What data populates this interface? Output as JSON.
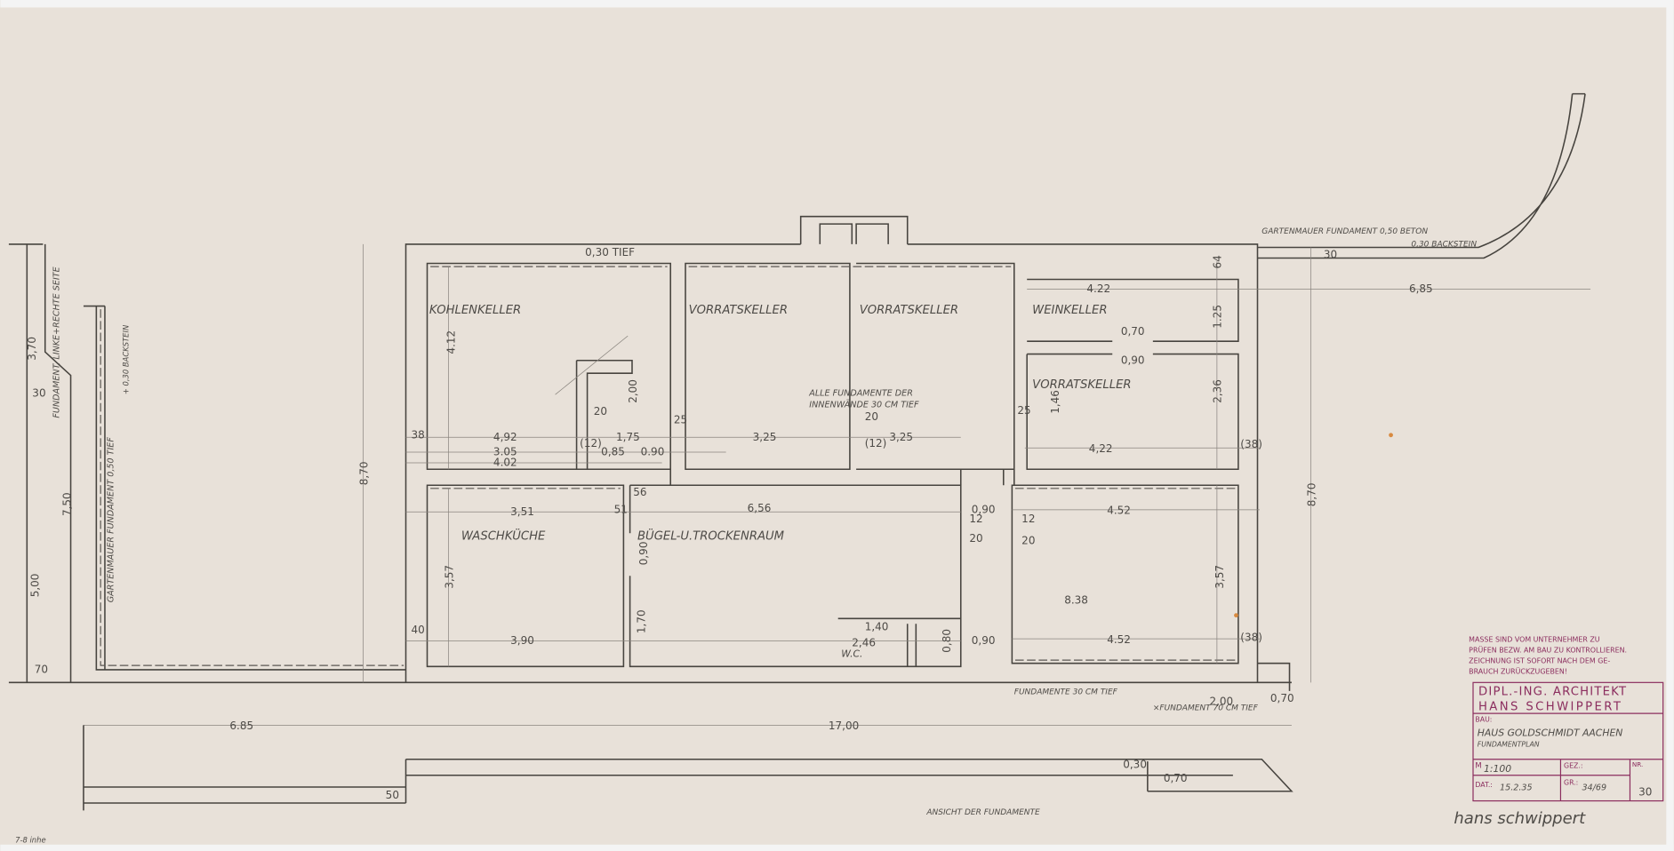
{
  "rooms": {
    "kohlenkeller": "KOHLENKELLER",
    "vorratskeller_1": "VORRATSKELLER",
    "vorratskeller_2": "VORRATSKELLER",
    "weinkeller": "WEINKELLER",
    "vorratskeller_3": "VORRATSKELLER",
    "waschkueche": "WASCHKÜCHE",
    "buegelraum": "BÜGEL-U.TROCKENRAUM",
    "wc": "W.C."
  },
  "notes": {
    "innenwaende_1": "ALLE FUNDAMENTE DER",
    "innenwaende_2": "INNENWÄNDE 30 CM TIEF",
    "gartenmauer_1": "GARTENMAUER FUNDAMENT 0,50 BETON",
    "gartenmauer_2": "0,30 BACKSTEIN",
    "fundament_links": "FUNDAMENT, LINKE+RECHTE SEITE",
    "gartenmauer_links_1": "GARTENMAUER FUNDAMENT 0,50 TIEF",
    "gartenmauer_links_2": "+ 0,30 BACKSTEIN",
    "fundamente_30": "FUNDAMENTE 30 CM TIEF",
    "fundament_70": "×FUNDAMENT 70 CM TIEF",
    "ansicht": "ANSICHT DER FUNDAMENTE",
    "pencil": "7-8 inhe"
  },
  "dims": [
    "0,30 TIEF",
    "4.12",
    "4,92",
    "3.05",
    "4.02",
    "1,75",
    "0,85",
    "0.90",
    "2,00",
    "3,25",
    "3,25",
    "4.22",
    "1.25",
    "0,70",
    "0,90",
    "2,36",
    "1,46",
    "4,22",
    "6,85",
    "8,70",
    "3,51",
    "6,56",
    "4.52",
    "3,57",
    "8.38",
    "3,57",
    "3,90",
    "2,46",
    "1,40",
    "4.52",
    "0,90",
    "0,90",
    "1,70",
    "0,90",
    "6.85",
    "17,00",
    "0,30",
    "0,70",
    "50",
    "2,00",
    "0,70",
    "8,70",
    "3,70",
    "7,50",
    "5,00",
    "70",
    "30",
    "64",
    "20",
    "20",
    "25",
    "25",
    "38",
    "40",
    "56",
    "51",
    "12",
    "20",
    "12",
    "20",
    "(12)",
    "(12)",
    "(38)",
    "(38)",
    "0,80",
    "30"
  ],
  "warning": [
    "MASSE SIND VOM UNTERNEHMER ZU",
    "PRÜFEN BEZW. AM BAU ZU KONTROLLIEREN.",
    "ZEICHNUNG IST SOFORT NACH DEM GE-",
    "BRAUCH ZURÜCKZUGEBEN!"
  ],
  "title_block": {
    "office_1": "DIPL.-ING. ARCHITEKT",
    "office_2": "HANS SCHWIPPERT",
    "bau_label": "BAU:",
    "bau_value": "HAUS GOLDSCHMIDT AACHEN",
    "plan": "FUNDAMENTPLAN",
    "scale_label": "M",
    "scale": "1:100",
    "drawn_label": "GEZ.:",
    "date_label": "DAT.:",
    "date": "15.2.35",
    "size_label": "GR.:",
    "size": "34/69",
    "number_label": "NR.",
    "number": "30",
    "signature": "hans schwippert"
  }
}
